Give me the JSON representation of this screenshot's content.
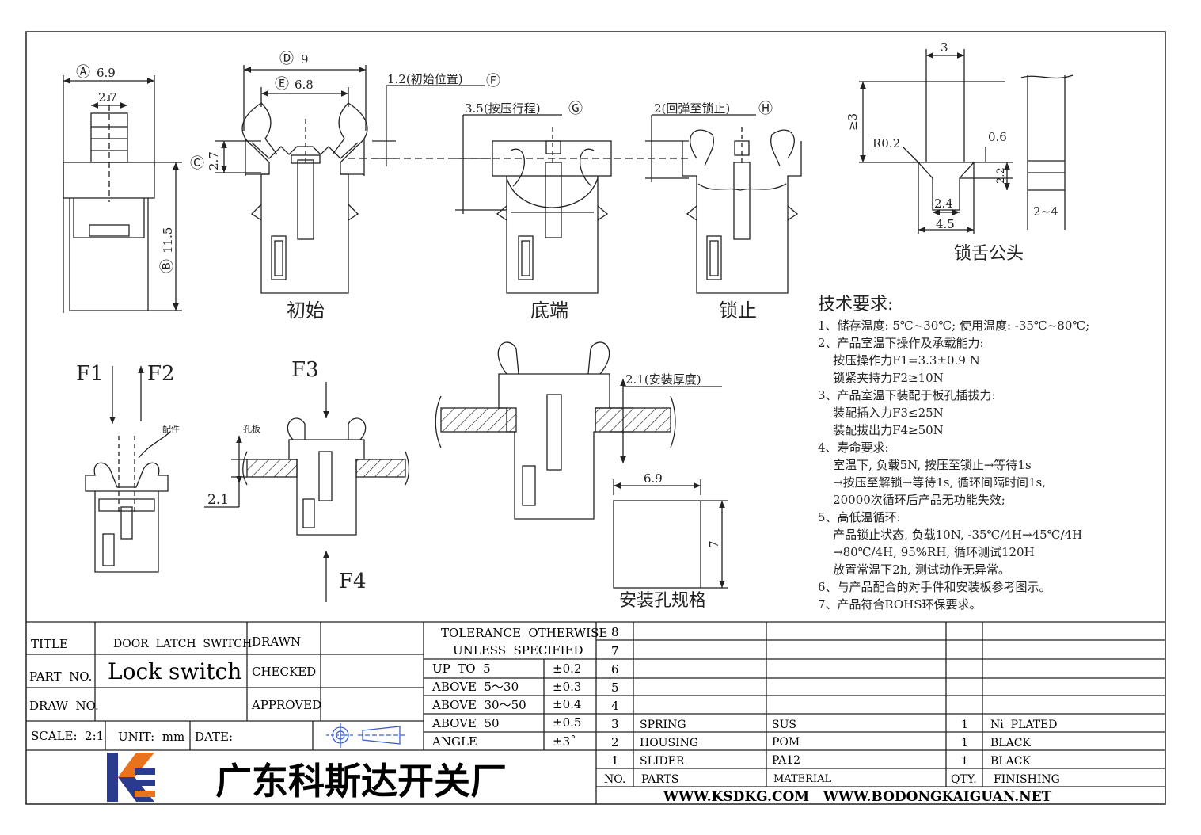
{
  "dimensions": {
    "a_label": "Ⓐ",
    "a_value": "6.9",
    "stem_width": "2.7",
    "b_label": "Ⓑ",
    "b_value": "11.5",
    "c_label": "Ⓒ",
    "c_value": "2.7",
    "d_label": "Ⓓ",
    "d_value": "9",
    "e_label": "Ⓔ",
    "e_value": "6.8",
    "f_text": "1.2(初始位置)",
    "f_label": "Ⓕ",
    "g_text": "3.5(按压行程)",
    "g_label": "Ⓖ",
    "h_text": "2(回弹至锁止)",
    "h_label": "Ⓗ",
    "tongue_width": "3",
    "tongue_len": "≥3",
    "radius": "R0.2",
    "chamfer": "0.6",
    "chamfer_h": "2.2",
    "tip_inner": "2.4",
    "tip_outer": "4.5",
    "side_w": "2~4",
    "panel_thickness": "2.1(安装厚度)",
    "panel_thickness_left": "2.1",
    "panel_label": "孔板",
    "part_label": "配件",
    "hole_w": "6.9",
    "hole_h": "7"
  },
  "view_labels": {
    "initial": "初始",
    "bottom": "底端",
    "locked": "锁止",
    "tongue": "锁舌公头",
    "hole_spec": "安装孔规格"
  },
  "forces": {
    "f1": "F1",
    "f2": "F2",
    "f3": "F3",
    "f4": "F4"
  },
  "requirements": {
    "title": "技术要求:",
    "lines": [
      "1、储存温度: 5℃~30℃; 使用温度: -35℃~80℃;",
      "2、产品室温下操作及承载能力:",
      "    按压操作力F1=3.3±0.9 N",
      "    锁紧夹持力F2≥10N",
      "3、产品室温下装配于板孔插拔力:",
      "    装配插入力F3≤25N",
      "    装配拔出力F4≥50N",
      "4、寿命要求:",
      "    室温下, 负载5N, 按压至锁止→等待1s",
      "    →按压至解锁→等待1s, 循环间隔时间1s,",
      "    20000次循环后产品无功能失效;",
      "5、高低温循环:",
      "    产品锁止状态, 负载10N, -35℃/4H→45℃/4H",
      "    →80℃/4H, 95%RH, 循环测试120H",
      "    放置常温下2h, 测试动作无异常。",
      "6、与产品配合的对手件和安装板参考图示。",
      "7、产品符合ROHS环保要求。"
    ]
  },
  "title_block": {
    "title_label": "TITLE",
    "title_value": "DOOR  LATCH  SWITCH",
    "part_label": "PART  NO.",
    "part_value": "Lock switch",
    "draw_label": "DRAW  NO.",
    "draw_value": "",
    "drawn": "DRAWN",
    "checked": "CHECKED",
    "approved": "APPROVED",
    "scale": "SCALE:  2:1",
    "unit": "UNIT:  mm",
    "date": "DATE:",
    "company": "广东科斯达开关厂",
    "website": "WWW.KSDKG.COM   WWW.BODONGKAIGUAN.NET"
  },
  "tolerance": {
    "header1": "TOLERANCE  OTHERWISE",
    "header2": "UNLESS  SPECIFIED",
    "rows": [
      {
        "range": "UP  TO  5",
        "tol": "±0.2"
      },
      {
        "range": "ABOVE  5～30",
        "tol": "±0.3"
      },
      {
        "range": "ABOVE  30～50",
        "tol": "±0.4"
      },
      {
        "range": "ABOVE  50",
        "tol": "±0.5"
      },
      {
        "range": "ANGLE",
        "tol": "±3˚"
      }
    ]
  },
  "bom": {
    "rows": [
      {
        "no": "8",
        "part": "",
        "material": "",
        "qty": "",
        "finish": ""
      },
      {
        "no": "7",
        "part": "",
        "material": "",
        "qty": "",
        "finish": ""
      },
      {
        "no": "6",
        "part": "",
        "material": "",
        "qty": "",
        "finish": ""
      },
      {
        "no": "5",
        "part": "",
        "material": "",
        "qty": "",
        "finish": ""
      },
      {
        "no": "4",
        "part": "",
        "material": "",
        "qty": "",
        "finish": ""
      },
      {
        "no": "3",
        "part": "SPRING",
        "material": "SUS",
        "qty": "1",
        "finish": "Ni  PLATED"
      },
      {
        "no": "2",
        "part": "HOUSING",
        "material": "POM",
        "qty": "1",
        "finish": "BLACK"
      },
      {
        "no": "1",
        "part": "SLIDER",
        "material": "PA12",
        "qty": "1",
        "finish": "BLACK"
      }
    ],
    "header": {
      "no": "NO.",
      "part": "PARTS",
      "material": "MATERIAL",
      "qty": "QTY.",
      "finish": "FINISHING"
    }
  },
  "colors": {
    "line": "#222222",
    "logo_blue": "#2a3a8c",
    "logo_orange": "#e8731c",
    "projection_blue": "#3a5fd0"
  }
}
